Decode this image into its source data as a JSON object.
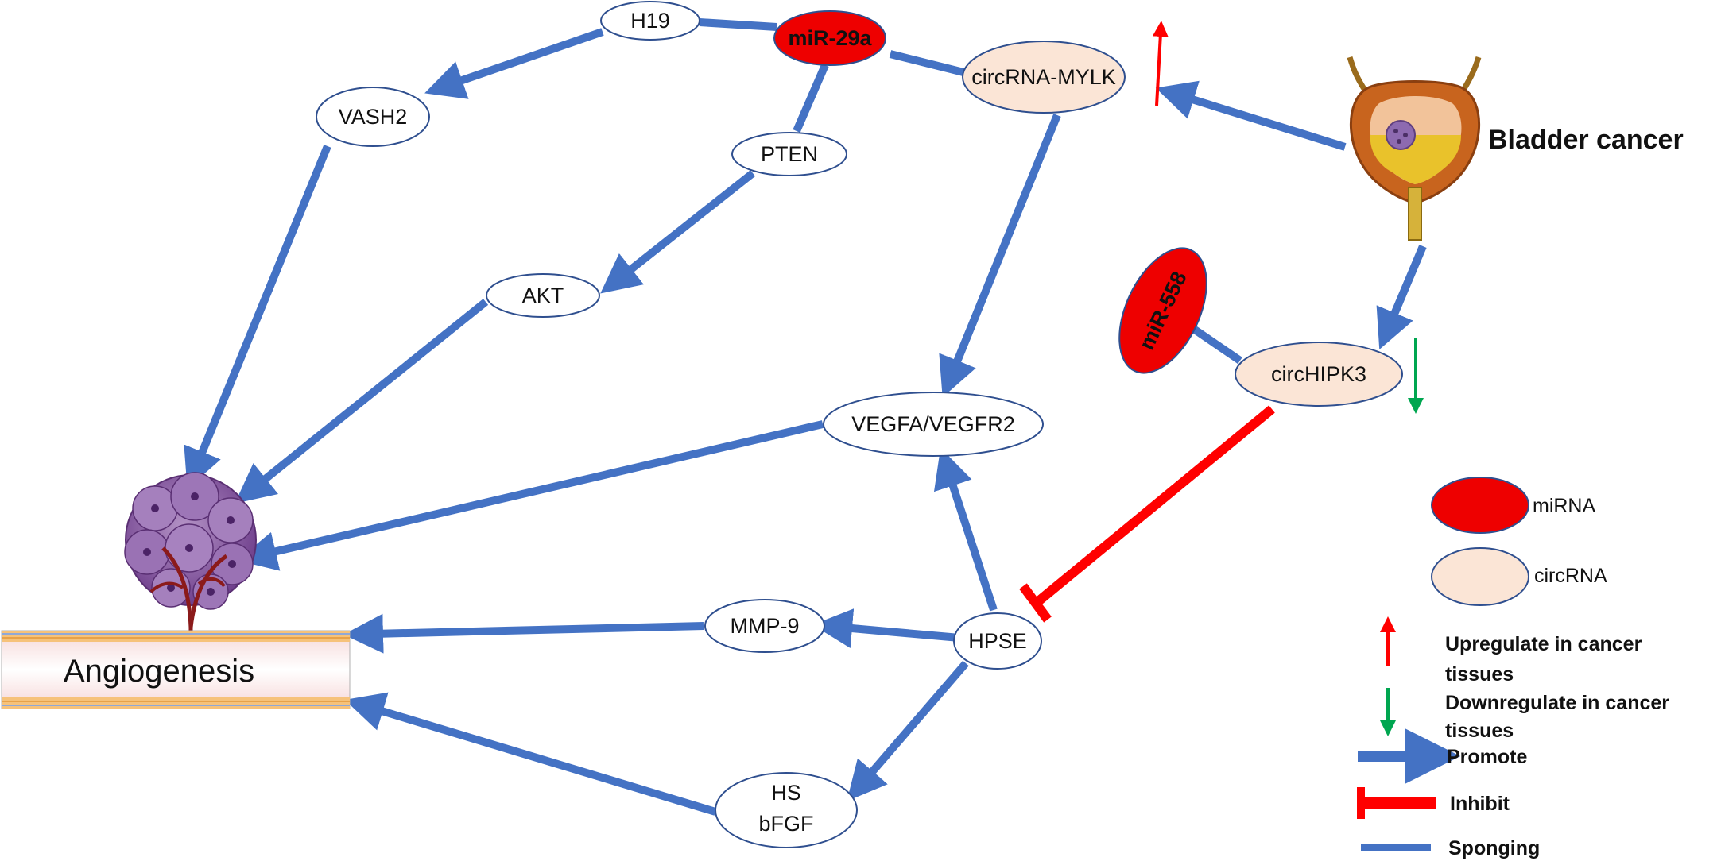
{
  "colors": {
    "promote": "#4472c4",
    "inhibit": "#ff0000",
    "sponge": "#4472c4",
    "mirna_fill": "#ee0000",
    "circrna_fill": "#fbe5d6",
    "up": "#ff0000",
    "down": "#00a650",
    "node_stroke": "#2f4f8f"
  },
  "nodes": {
    "h19": "H19",
    "mir29a": "miR-29a",
    "circ_mylk": "circRNA-MYLK",
    "vash2": "VASH2",
    "pten": "PTEN",
    "akt": "AKT",
    "vegfa": "VEGFA/VEGFR2",
    "circhipk3": "circHIPK3",
    "mir558": "miR-558",
    "hpse": "HPSE",
    "mmp9": "MMP-9",
    "hs_bfgf_line1": "HS",
    "hs_bfgf_line2": "bFGF",
    "bladder_cancer": "Bladder cancer",
    "angiogenesis": "Angiogenesis"
  },
  "legend": {
    "mirna": "miRNA",
    "circrna": "circRNA",
    "up_line1": "Upregulate in cancer",
    "up_line2": "tissues",
    "down_line1": "Downregulate in cancer",
    "down_line2": "tissues",
    "promote": "Promote",
    "inhibit": "Inhibit",
    "sponging": "Sponging"
  }
}
